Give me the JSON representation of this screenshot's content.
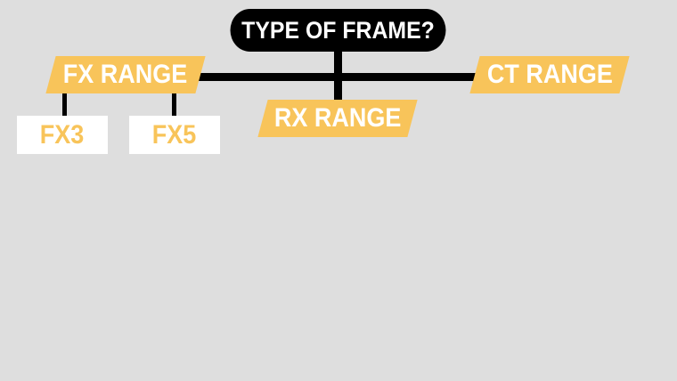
{
  "root": {
    "label": "TYPE OF FRAME?"
  },
  "branches": [
    {
      "label": "FX RANGE",
      "children": [
        {
          "label": "FX3"
        },
        {
          "label": "FX5"
        }
      ]
    },
    {
      "label": "RX RANGE",
      "children": []
    },
    {
      "label": "CT RANGE",
      "children": []
    }
  ],
  "colors": {
    "background": "#dedede",
    "accent": "#f8c45a",
    "root_fill": "#000000",
    "text": "#ffffff"
  }
}
